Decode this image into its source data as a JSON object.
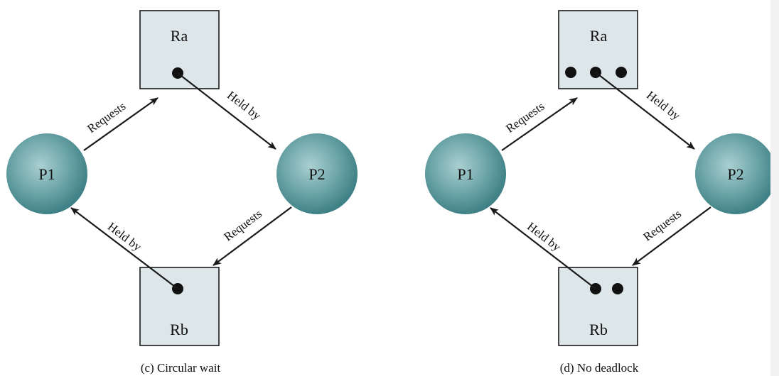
{
  "colors": {
    "process_fill_light": "#aacfd1",
    "process_fill_dark": "#3f8186",
    "resource_fill": "#dde6e8",
    "stroke": "#1a1a1a"
  },
  "diagrams": [
    {
      "caption": "(c) Circular wait",
      "resource_a": {
        "label": "Ra",
        "instances": 1
      },
      "resource_b": {
        "label": "Rb",
        "instances": 1
      },
      "process_1": {
        "label": "P1"
      },
      "process_2": {
        "label": "P2"
      },
      "edges": {
        "p1_requests_ra": "Requests",
        "ra_held_by_p2": "Held by",
        "p2_requests_rb": "Requests",
        "rb_held_by_p1": "Held by"
      }
    },
    {
      "caption": "(d) No deadlock",
      "resource_a": {
        "label": "Ra",
        "instances": 3
      },
      "resource_b": {
        "label": "Rb",
        "instances": 2
      },
      "process_1": {
        "label": "P1"
      },
      "process_2": {
        "label": "P2"
      },
      "edges": {
        "p1_requests_ra": "Requests",
        "ra_held_by_p2": "Held by",
        "p2_requests_rb": "Requests",
        "rb_held_by_p1": "Held by"
      }
    }
  ]
}
